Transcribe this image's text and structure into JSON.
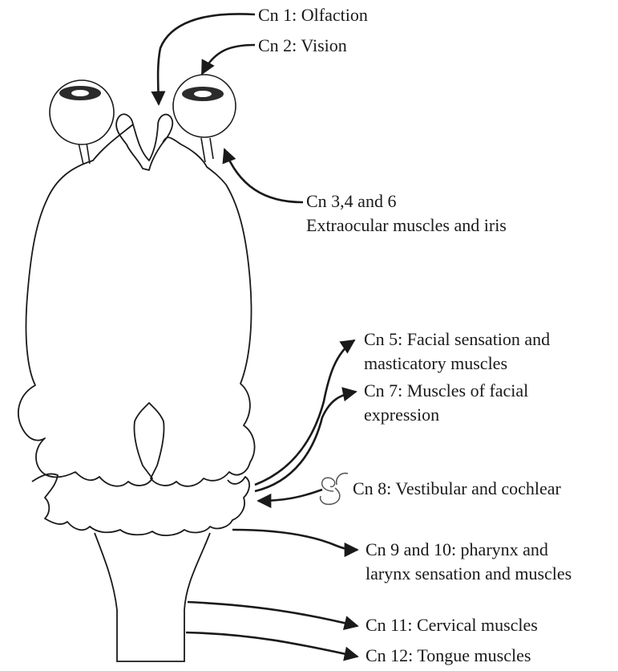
{
  "labels": {
    "cn1": "Cn 1: Olfaction",
    "cn2": "Cn 2: Vision",
    "cn346_line1": "Cn 3,4 and 6",
    "cn346_line2": "Extraocular muscles and iris",
    "cn5_line1": "Cn 5: Facial sensation and",
    "cn5_line2": "masticatory muscles",
    "cn7_line1": "Cn 7: Muscles of facial",
    "cn7_line2": "expression",
    "cn8": "Cn 8: Vestibular and cochlear",
    "cn910_line1": "Cn 9 and 10: pharynx and",
    "cn910_line2": "larynx sensation and muscles",
    "cn11": "Cn 11: Cervical muscles",
    "cn12": "Cn 12: Tongue muscles"
  },
  "colors": {
    "line": "#1a1a1a",
    "eye_white": "#ffffff",
    "eye_dark": "#2b2b2b"
  }
}
